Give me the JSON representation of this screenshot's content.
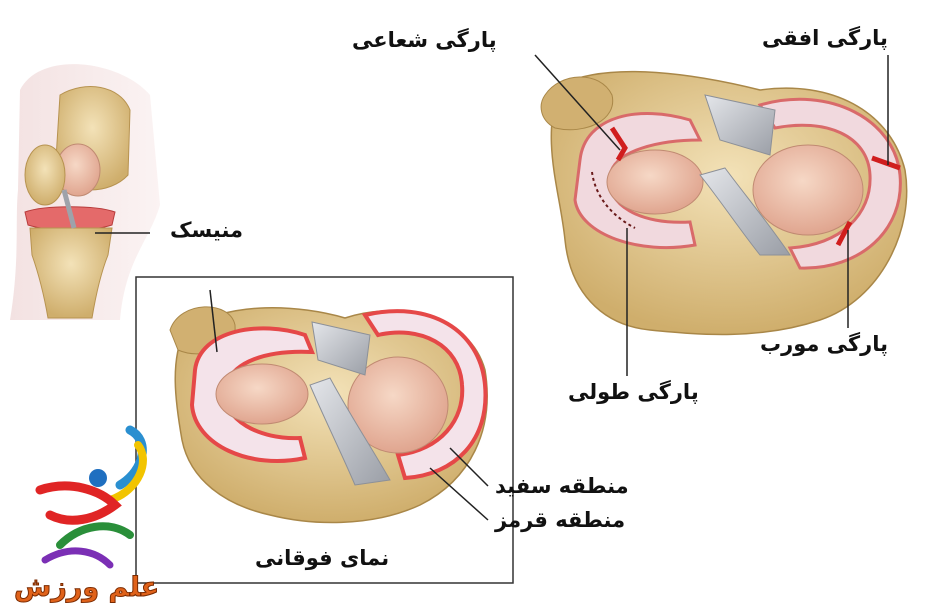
{
  "labels": {
    "meniscus": "منیسک",
    "radial_tear": "پارگی شعاعی",
    "horizontal_tear": "پارگی افقی",
    "oblique_tear": "پارگی مورب",
    "longitudinal_tear": "پارگی طولی",
    "white_zone": "منطقه سفید",
    "red_zone": "منطقه قرمز",
    "top_view": "نمای فوقانی"
  },
  "logo": {
    "text": "علم ورزش"
  },
  "colors": {
    "bone": "#e8d3a0",
    "meniscus_white": "#f4e3ea",
    "meniscus_red": "#e54848",
    "cartilage": "#efc9b3",
    "ligament": "#b9bcc2",
    "tear": "#d01e1e",
    "logo_orange": "#e0621a"
  }
}
